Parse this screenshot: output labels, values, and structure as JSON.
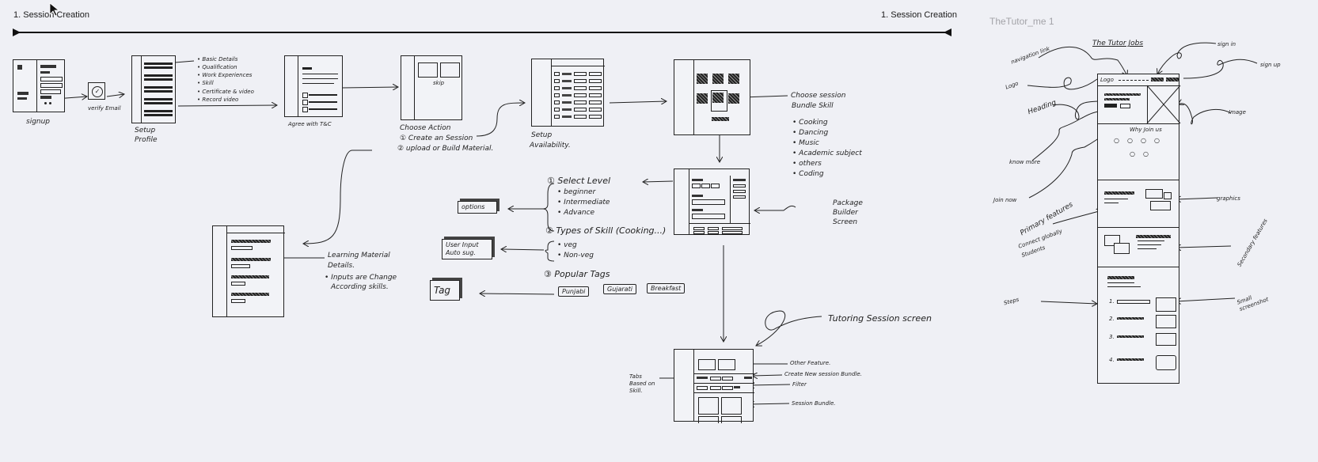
{
  "flow_frame": {
    "title_left": "1. Session Creation",
    "title_right": "1. Session Creation"
  },
  "landing_frame": {
    "title": "TheTutor_me 1"
  },
  "screens": {
    "signup": {
      "label": "signup"
    },
    "verify_email": {
      "label": "verify Email"
    },
    "setup_profile": {
      "label_line1": "Setup",
      "label_line2": "Profile",
      "notes": [
        "Basic Details",
        "Qualification",
        "Work Experiences",
        "Skill",
        "Certificate & video",
        "Record video"
      ]
    },
    "agree_tc": {
      "label": "Agree with T&C"
    },
    "choose_action": {
      "label": "Choose Action",
      "skip": "skip",
      "options": [
        "① Create an Session",
        "② upload or Build Material."
      ]
    },
    "setup_availability": {
      "label_line1": "Setup",
      "label_line2": "Availability."
    },
    "choose_skill": {
      "note_line1": "Choose session",
      "note_line2": "Bundle Skill",
      "skills": [
        "Cooking",
        "Dancing",
        "Music",
        "Academic subject",
        "others",
        "Coding"
      ]
    },
    "package_builder": {
      "note_line1": "Package",
      "note_line2": "Builder",
      "note_line3": "Screen",
      "select_level": "① Select Level",
      "levels": [
        "beginner",
        "Intermediate",
        "Advance"
      ],
      "options_box": "options",
      "types_of_skill": "② Types of Skill (Cooking...)",
      "types": [
        "veg",
        "Non-veg"
      ],
      "user_input_box_line1": "User Input",
      "user_input_box_line2": "Auto sug.",
      "popular_tags": "③ Popular Tags",
      "tags": [
        "Punjabi",
        "Gujarati",
        "Breakfast"
      ],
      "tag_box": "Tag"
    },
    "learning_material": {
      "note_line1": "Learning Material",
      "note_line2": "Details.",
      "note_bullet_line1": "Inputs are Change",
      "note_bullet_line2": "According skills."
    },
    "tutoring_session": {
      "title": "Tutoring Session screen",
      "notes": {
        "other_feature": "Other Feature.",
        "create_bundle": "Create New session Bundle.",
        "filter": "Filter",
        "session_bundle": "Session Bundle.",
        "tabs_line1": "Tabs",
        "tabs_line2": "Based on",
        "tabs_line3": "Skill."
      }
    }
  },
  "landing": {
    "heading_title": "The Tutor Jobs",
    "annotations": {
      "navigation_link": "navigation link",
      "logo": "Logo",
      "heading": "Heading",
      "know_more": "know more",
      "join_now": "Join now",
      "sign_in": "sign in",
      "sign_up": "sign up",
      "image": "Image",
      "primary_features": "Primary features",
      "connect_globally": "Connect globally",
      "students": "Students",
      "graphics": "graphics",
      "secondary_features": "Secondary features",
      "steps": "Steps",
      "small_screenshot": "Small screenshot"
    },
    "wireframe": {
      "logo_text": "Logo",
      "why_join": "Why Join us",
      "steps": [
        "1.",
        "2.",
        "3.",
        "4."
      ]
    }
  }
}
